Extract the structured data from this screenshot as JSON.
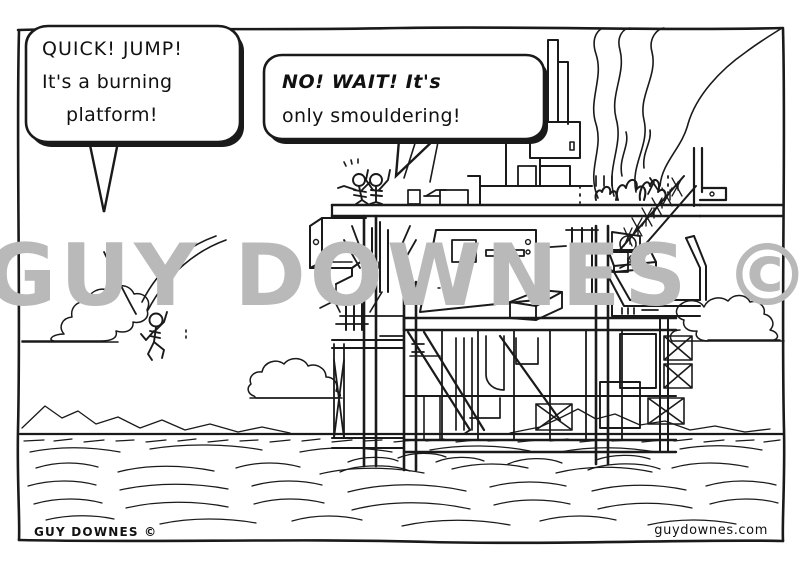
{
  "cartoon": {
    "title": "Burning platform cartoon",
    "artist_signature": "GUY DOWNES ©",
    "website": "guydownes.com",
    "watermark": "GUY DOWNES ©",
    "colors": {
      "ink": "#1a1a1a",
      "paper": "#ffffff",
      "watermark": "#b9b9b9"
    },
    "speech_bubbles": [
      {
        "id": "bubble-left",
        "speaker": "falling-figure",
        "lines": [
          "QUICK! JUMP!",
          "It's a burning",
          "platform!"
        ],
        "style": "caps-first-line"
      },
      {
        "id": "bubble-right",
        "speaker": "platform-figure",
        "lines": [
          "NO! WAIT! It's",
          "only smouldering!"
        ],
        "style": "italic-first-words"
      }
    ],
    "scene": {
      "setting": "offshore oil platform at sea",
      "elements": [
        "sky",
        "sea",
        "distant hills",
        "clouds",
        "oil platform",
        "flames",
        "smoke plumes",
        "crane",
        "derrick",
        "stick figures"
      ],
      "figures": [
        {
          "name": "falling-man",
          "state": "falling through air"
        },
        {
          "name": "deck-man-1",
          "state": "arms raised at deck edge"
        },
        {
          "name": "deck-man-2",
          "state": "arms raised on deck"
        }
      ],
      "flames_count": 4,
      "smoke_plumes": 4,
      "clouds": 3
    }
  }
}
